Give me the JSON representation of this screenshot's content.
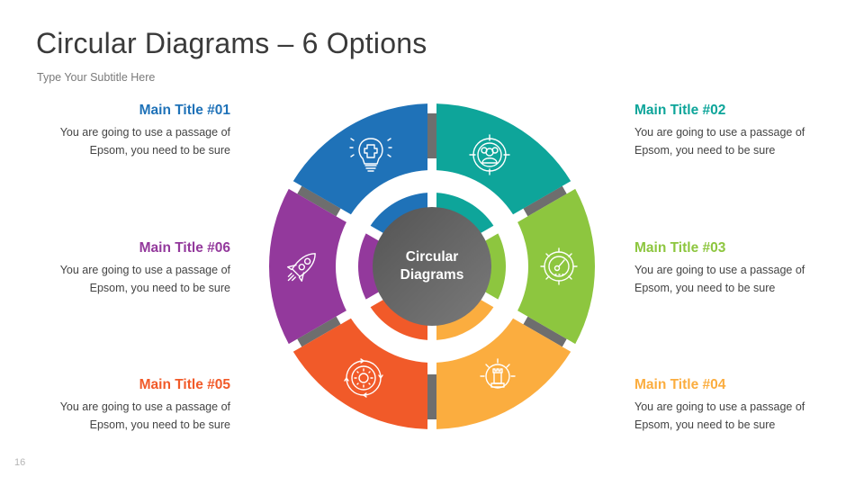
{
  "header": {
    "title": "Circular Diagrams – 6 Options",
    "subtitle": "Type Your Subtitle Here"
  },
  "page_number": "16",
  "center": {
    "line1": "Circular",
    "line2": "Diagrams",
    "color": "#5f5f5f"
  },
  "connector_color": "#6e6e6e",
  "items": [
    {
      "id": "01",
      "title": "Main Title #01",
      "line1": "You are going to use a passage of",
      "line2": "Epsom, you need to be sure",
      "color": "#1f72b8",
      "icon": "lightbulb-puzzle-icon"
    },
    {
      "id": "02",
      "title": "Main Title #02",
      "line1": "You are going to use a passage of",
      "line2": "Epsom, you need to be sure",
      "color": "#0ea59a",
      "icon": "target-team-icon"
    },
    {
      "id": "03",
      "title": "Main Title #03",
      "line1": "You are going to use a passage of",
      "line2": "Epsom, you need to be sure",
      "color": "#8dc63f",
      "icon": "speedometer-gear-icon"
    },
    {
      "id": "04",
      "title": "Main Title #04",
      "line1": "You are going to use a passage of",
      "line2": "Epsom, you need to be sure",
      "color": "#fbad3f",
      "icon": "chess-rook-gear-icon"
    },
    {
      "id": "05",
      "title": "Main Title #05",
      "line1": "You are going to use a passage of",
      "line2": "Epsom, you need to be sure",
      "color": "#f15a29",
      "icon": "gear-cycle-icon"
    },
    {
      "id": "06",
      "title": "Main Title #06",
      "line1": "You are going to use a passage of",
      "line2": "Epsom, you need to be sure",
      "color": "#93399c",
      "icon": "rocket-icon"
    }
  ]
}
